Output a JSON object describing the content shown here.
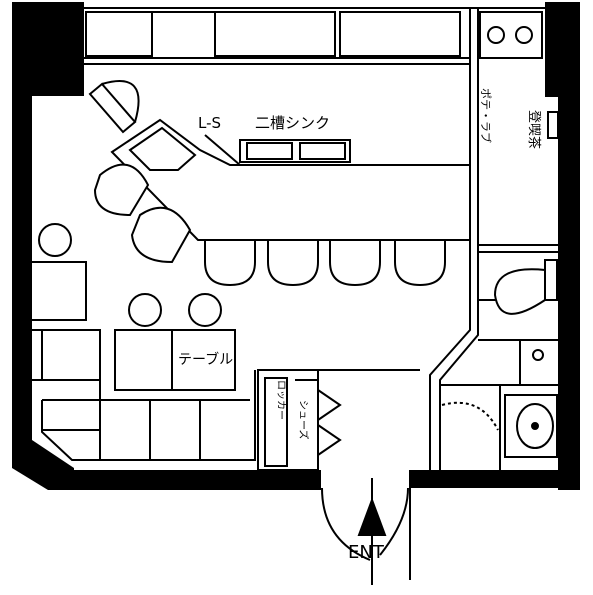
{
  "labels": {
    "ls": "L-S",
    "sink": "二槽シンク",
    "shelf": "ポテ・ラブ",
    "side": "登喫茶",
    "table": "テーブル",
    "locker": "ロッカー",
    "shoe": "シューズ",
    "entrance": "ENT"
  },
  "colors": {
    "line": "#000000",
    "background": "#ffffff"
  }
}
